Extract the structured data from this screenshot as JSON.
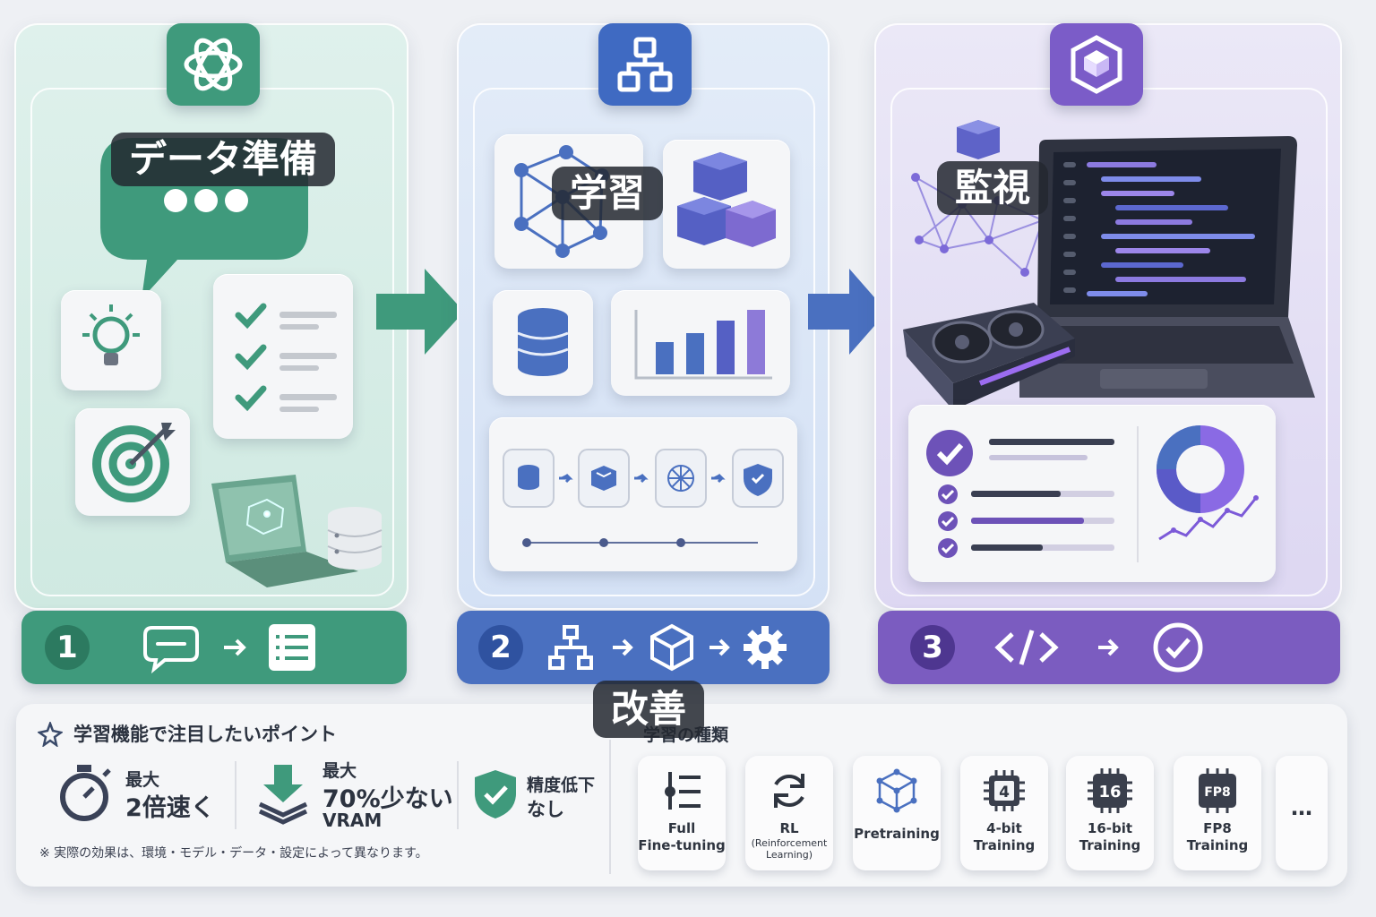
{
  "steps": [
    {
      "number": "1",
      "title": "データ準備",
      "color": "#3f9a7c"
    },
    {
      "number": "2",
      "title": "学習",
      "color": "#4a70c0"
    },
    {
      "number": "3",
      "title": "監視",
      "color": "#7b5cc0"
    }
  ],
  "overlay_label": "改善",
  "points": {
    "title": "学習機能で注目したいポイント",
    "items": [
      {
        "small": "最大",
        "big": "2倍速く"
      },
      {
        "small": "最大",
        "big": "70%少ない",
        "sub": "VRAM"
      },
      {
        "small": "精度低下",
        "big": "なし"
      }
    ],
    "note": "※ 実際の効果は、環境・モデル・データ・設定によって異なります。"
  },
  "types": {
    "title": "学習の種類",
    "items": [
      {
        "label": "Full Fine-tuning",
        "line1": "Full",
        "line2": "Fine-tuning",
        "icon": "sliders-icon"
      },
      {
        "label": "RL",
        "sub": "(Reinforcement Learning)",
        "icon": "refresh-icon"
      },
      {
        "label": "Pretraining",
        "icon": "cube-network-icon"
      },
      {
        "label": "4-bit Training",
        "line1": "4-bit",
        "line2": "Training",
        "chip": "4"
      },
      {
        "label": "16-bit Training",
        "line1": "16-bit",
        "line2": "Training",
        "chip": "16"
      },
      {
        "label": "FP8 Training",
        "line1": "FP8",
        "line2": "Training",
        "chip": "FP8"
      }
    ],
    "more": "…"
  },
  "colors": {
    "green": "#3f9a7c",
    "blue": "#4a70c0",
    "purple": "#7b5cc0"
  }
}
